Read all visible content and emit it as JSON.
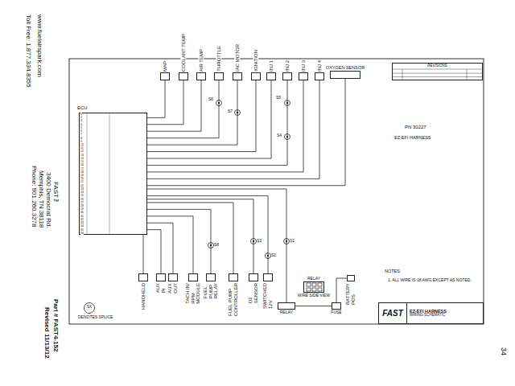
{
  "diagram": {
    "nodes": [
      {
        "text": [
          "ECU"
        ]
      },
      {
        "text": [
          "MAP"
        ]
      },
      {
        "text": [
          "COOLANT TEMP"
        ]
      },
      {
        "text": [
          "AIR TEMP"
        ]
      },
      {
        "text": [
          "THROTTLE"
        ]
      },
      {
        "text": [
          "IAC MOTOR"
        ]
      },
      {
        "text": [
          "IGNITION"
        ]
      },
      {
        "text": [
          "INJ 1"
        ]
      },
      {
        "text": [
          "INJ 2"
        ]
      },
      {
        "text": [
          "INJ 3"
        ]
      },
      {
        "text": [
          "INJ 4"
        ]
      },
      {
        "text": [
          "OXYGEN SENSOR"
        ]
      },
      {
        "text": [
          "HANDHELD"
        ]
      },
      {
        "text": [
          "AUX IN"
        ]
      },
      {
        "text": [
          "AUX OUT"
        ]
      },
      {
        "text": [
          "TACH IN/ RPM MODULE"
        ]
      },
      {
        "text": [
          "FUEL PUMP RELAY"
        ]
      },
      {
        "text": [
          "FUEL PUMP CONTROLLER"
        ]
      },
      {
        "text": [
          "O2 SENSOR"
        ]
      },
      {
        "text": [
          "SWITCHED 12V"
        ]
      },
      {
        "text": [
          "RELAY"
        ]
      },
      {
        "text": [
          "RELAY",
          "WIRE SIDE VIEW"
        ]
      },
      {
        "text": [
          "FUSE"
        ]
      },
      {
        "text": [
          "BATTERY POS"
        ]
      },
      {
        "text": [
          "FAST",
          "EZ-EFI HARNESS",
          "WIRING SCHEMATIC"
        ]
      },
      {
        "text": [
          "REVISIONS"
        ]
      }
    ],
    "edges": [
      {
        "from": 0,
        "to": 1,
        "arrow": "none"
      },
      {
        "from": 0,
        "to": 2,
        "arrow": "none"
      },
      {
        "from": 0,
        "to": 3,
        "arrow": "none"
      },
      {
        "from": 0,
        "to": 4,
        "arrow": "none"
      },
      {
        "from": 0,
        "to": 5,
        "arrow": "none"
      },
      {
        "from": 0,
        "to": 6,
        "arrow": "none"
      },
      {
        "from": 0,
        "to": 7,
        "arrow": "none"
      },
      {
        "from": 0,
        "to": 8,
        "arrow": "none"
      },
      {
        "from": 0,
        "to": 9,
        "arrow": "none"
      },
      {
        "from": 0,
        "to": 10,
        "arrow": "none"
      },
      {
        "from": 0,
        "to": 11,
        "arrow": "none"
      },
      {
        "from": 0,
        "to": 12,
        "arrow": "none"
      },
      {
        "from": 0,
        "to": 13,
        "arrow": "none"
      },
      {
        "from": 0,
        "to": 14,
        "arrow": "none"
      },
      {
        "from": 0,
        "to": 15,
        "arrow": "none"
      },
      {
        "from": 0,
        "to": 16,
        "arrow": "none"
      },
      {
        "from": 0,
        "to": 17,
        "arrow": "none"
      },
      {
        "from": 0,
        "to": 18,
        "arrow": "none"
      },
      {
        "from": 0,
        "to": 19,
        "arrow": "none"
      },
      {
        "from": 0,
        "to": 20,
        "arrow": "none"
      },
      {
        "from": 20,
        "to": 22,
        "arrow": "none"
      },
      {
        "from": 22,
        "to": 23,
        "arrow": "none"
      }
    ],
    "labels": [
      "www.fuelairspark.com",
      "Toll Free: 1.877.334.8355",
      "FAST™",
      "3400 Democrat Rd.",
      "Memphis, TN 38118",
      "Phone: 901.260.3278",
      "Part # FAST4-152",
      "Revised 11/13/12",
      "34",
      "PN 30227",
      "EZ-EFI HARNESS",
      "NOTES:",
      "1. ALL WIRE IS 18 AWG EXCEPT AS NOTED.",
      "SX",
      "DENOTES SPLICE",
      "S5",
      "S4",
      "S6",
      "S7",
      "S8",
      "S3",
      "S2",
      "S1",
      "1",
      "2",
      "3",
      "4",
      "5",
      "6",
      "7",
      "8",
      "9",
      "10",
      "11",
      "12",
      "13",
      "14",
      "15",
      "16",
      "17",
      "18",
      "19",
      "20",
      "21",
      "22",
      "23",
      "24",
      "25",
      "26",
      "27",
      "28",
      "29",
      "30",
      "31",
      "32",
      "33",
      "34",
      "35",
      "36"
    ]
  }
}
